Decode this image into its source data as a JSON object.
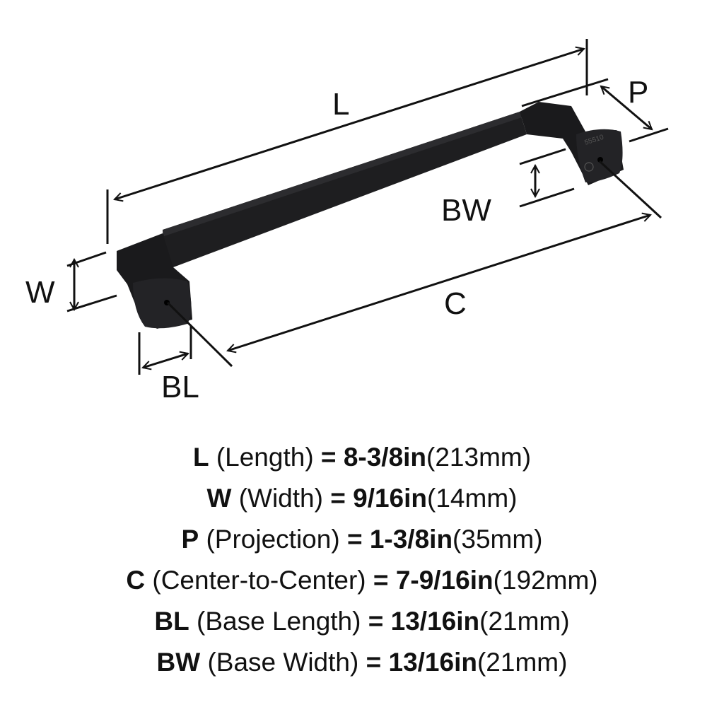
{
  "diagram": {
    "labels": {
      "L": "L",
      "P": "P",
      "BW": "BW",
      "W": "W",
      "C": "C",
      "BL": "BL"
    },
    "part_marking": "55510",
    "colors": {
      "finish": "#1c1c1e",
      "line": "#111111"
    }
  },
  "specs": [
    {
      "key": "L",
      "name": "(Length)",
      "eq": "=",
      "imperial": "8-3/8in",
      "metric": "(213mm)"
    },
    {
      "key": "W",
      "name": "(Width)",
      "eq": "=",
      "imperial": "9/16in",
      "metric": "(14mm)"
    },
    {
      "key": "P",
      "name": "(Projection)",
      "eq": "=",
      "imperial": "1-3/8in",
      "metric": "(35mm)"
    },
    {
      "key": "C",
      "name": "(Center-to-Center)",
      "eq": "=",
      "imperial": "7-9/16in",
      "metric": "(192mm)"
    },
    {
      "key": "BL",
      "name": "(Base Length)",
      "eq": "=",
      "imperial": "13/16in",
      "metric": "(21mm)"
    },
    {
      "key": "BW",
      "name": "(Base Width)",
      "eq": "=",
      "imperial": "13/16in",
      "metric": "(21mm)"
    }
  ]
}
